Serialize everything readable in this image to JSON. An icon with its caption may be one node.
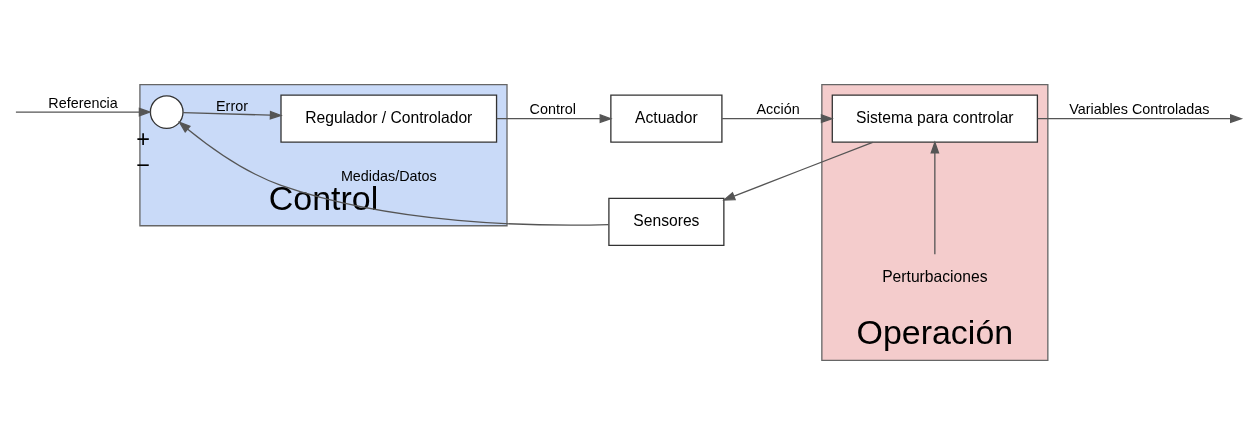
{
  "diagram": {
    "nodes": [
      {
        "text": [
          "Control"
        ]
      },
      {
        "text": [
          "Operación"
        ]
      },
      {
        "text": [],
        "shape": "circle",
        "in": 0,
        "beside": [
          "+",
          "−"
        ]
      },
      {
        "text": [
          "Regulador / Controlador"
        ],
        "in": 0
      },
      {
        "text": [
          "Actuador"
        ]
      },
      {
        "text": [
          "Sistema para controlar"
        ],
        "in": 1
      },
      {
        "text": [
          "Perturbaciones"
        ],
        "in": 1
      },
      {
        "text": [
          "Sensores"
        ]
      }
    ],
    "edges": [
      {
        "from": null,
        "to": 2,
        "arrow": "to",
        "label": "Referencia"
      },
      {
        "from": 2,
        "to": 3,
        "arrow": "to",
        "label": "Error"
      },
      {
        "from": 3,
        "to": 4,
        "arrow": "to",
        "label": "Control"
      },
      {
        "from": 4,
        "to": 5,
        "arrow": "to",
        "label": "Acción"
      },
      {
        "from": 6,
        "to": 5,
        "arrow": "to"
      },
      {
        "from": 5,
        "to": null,
        "arrow": "to",
        "label": "Variables Controladas"
      },
      {
        "from": 5,
        "to": 7,
        "arrow": "to"
      },
      {
        "from": 7,
        "to": 2,
        "arrow": "to",
        "label": "Medidas/Datos"
      }
    ]
  }
}
